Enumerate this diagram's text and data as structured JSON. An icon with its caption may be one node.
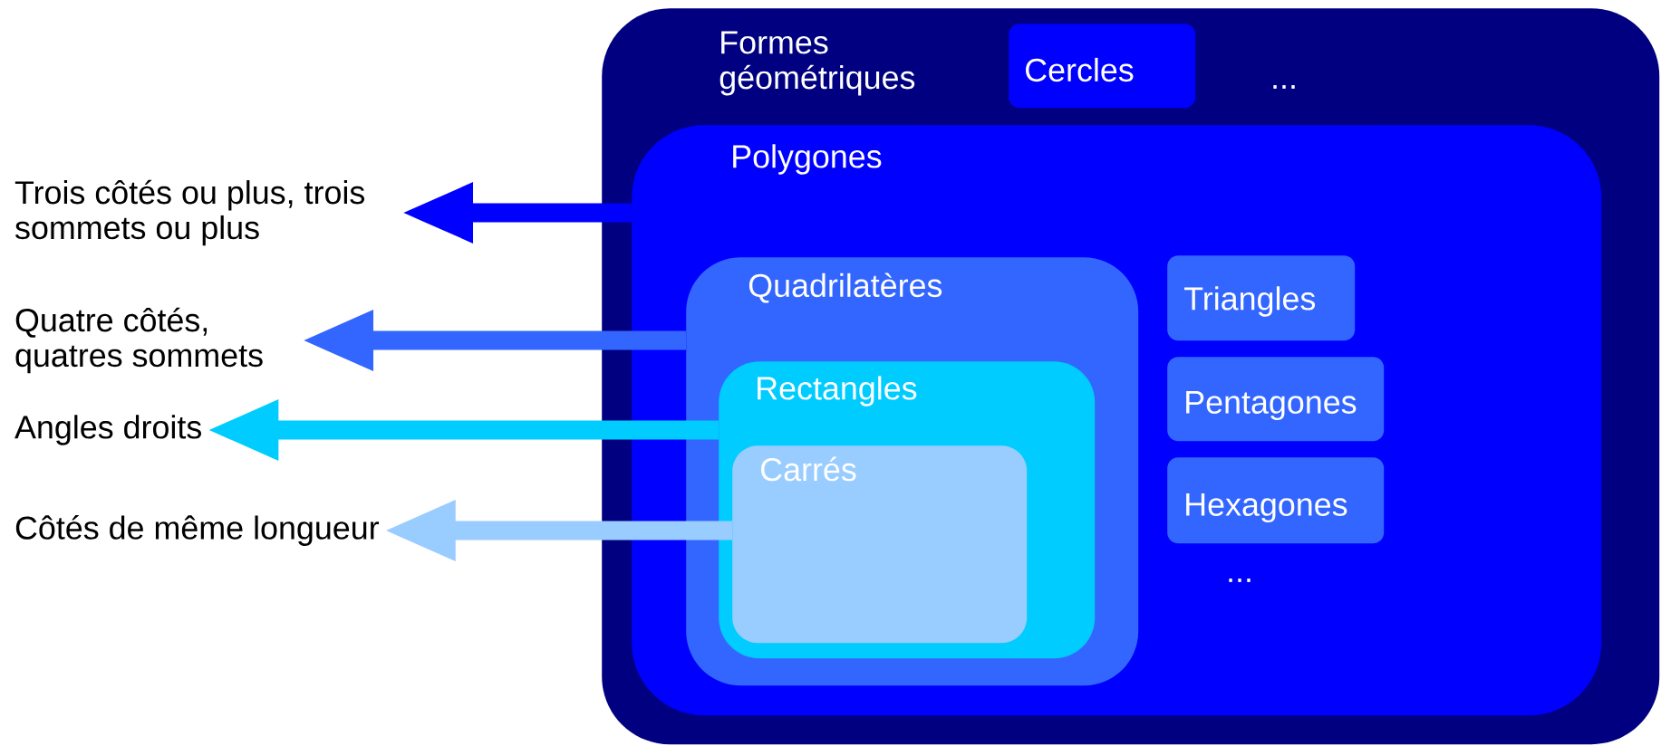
{
  "diagram": {
    "nodes": [
      {
        "text": [
          "Formes géométriques"
        ]
      },
      {
        "text": [
          "Cercles"
        ],
        "in": 0
      },
      {
        "text": [
          "Polygones"
        ],
        "in": 0
      },
      {
        "text": [
          "Quadrilatères"
        ],
        "in": 2
      },
      {
        "text": [
          "Rectangles"
        ],
        "in": 3
      },
      {
        "text": [
          "Carrés"
        ],
        "in": 4
      },
      {
        "text": [
          "Triangles"
        ],
        "in": 2
      },
      {
        "text": [
          "Pentagones"
        ],
        "in": 2
      },
      {
        "text": [
          "Hexagones"
        ],
        "in": 2
      },
      {
        "text": [
          "Trois côtés ou plus, trois sommets ou plus"
        ]
      },
      {
        "text": [
          "Quatre côtés, quatres sommets"
        ]
      },
      {
        "text": [
          "Angles droits"
        ]
      },
      {
        "text": [
          "Côtés de même longueur"
        ]
      }
    ],
    "edges": [
      {
        "from": 2,
        "to": 9,
        "arrow": "to",
        "color": "#0000ff"
      },
      {
        "from": 3,
        "to": 10,
        "arrow": "to",
        "color": "#3366ff"
      },
      {
        "from": 4,
        "to": 11,
        "arrow": "to",
        "color": "#00ccff"
      },
      {
        "from": 5,
        "to": 12,
        "arrow": "to",
        "color": "#99ccff"
      }
    ],
    "labels": [
      "...",
      "..."
    ]
  }
}
